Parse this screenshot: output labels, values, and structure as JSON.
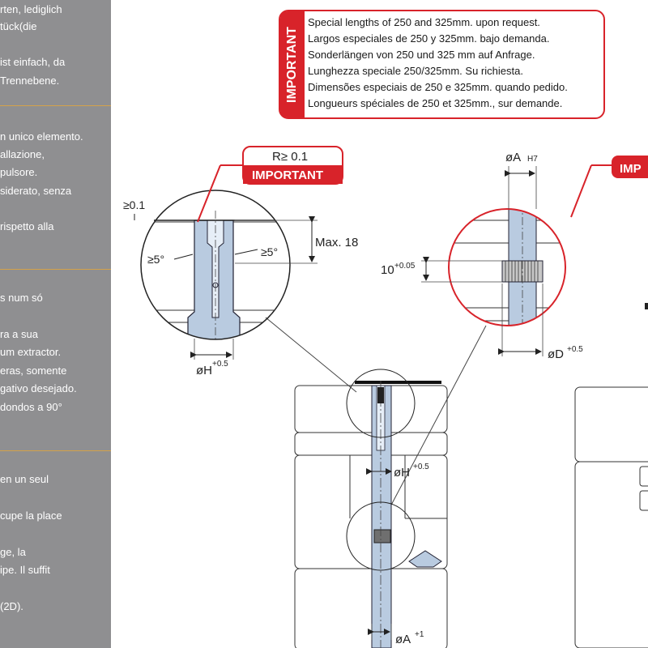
{
  "sidebar": {
    "lines": [
      "rten, lediglich",
      "tück(die",
      "ist einfach, da",
      "Trennebene.",
      "n unico elemento.",
      "allazione,",
      "pulsore.",
      "siderato, senza",
      "rispetto alla",
      "s num só",
      "ra a sua",
      "um extractor.",
      "eras, somente",
      "gativo desejado.",
      "dondos a 90°",
      "en un seul",
      "cupe la place",
      "ge, la",
      "ipe. Il suffit",
      "(2D)."
    ]
  },
  "notice": {
    "tab_label": "IMPORTANT",
    "lines": [
      "Special lengths of 250 and 325mm. upon request.",
      "Largos especiales de 250 y 325mm. bajo demanda.",
      "Sonderlängen von 250 und 325 mm auf Anfrage.",
      "Lunghezza speciale 250/325mm. Su richiesta.",
      "Dimensões especiais de 250 e 325mm. quando pedido.",
      "Longueurs spéciales de 250 et 325mm., sur demande."
    ]
  },
  "detail_left": {
    "radius_label": "R≥ 0.1",
    "important_label": "IMPORTANT",
    "min_label": "≥0.1",
    "angle_left": "≥5°",
    "angle_right": "≥5°",
    "max_label": "Max. 18",
    "diameter_label": "øH",
    "diameter_tol": "+0.5"
  },
  "detail_right": {
    "diameter_a": "øA",
    "diameter_a_tol": "H7",
    "important_label": "IMP",
    "height_label": "10",
    "height_tol": "+0.05",
    "diameter_d": "øD",
    "diameter_d_tol": "+0.5"
  },
  "assembly": {
    "diameter_h": "øH",
    "diameter_h_tol": "+0.5",
    "diameter_a": "øA",
    "diameter_a_tol": "+1"
  },
  "colors": {
    "accent": "#d8232a",
    "sidebar": "#8f8f91",
    "part_fill": "#b9cbe0",
    "rule": "#d4a24a"
  }
}
